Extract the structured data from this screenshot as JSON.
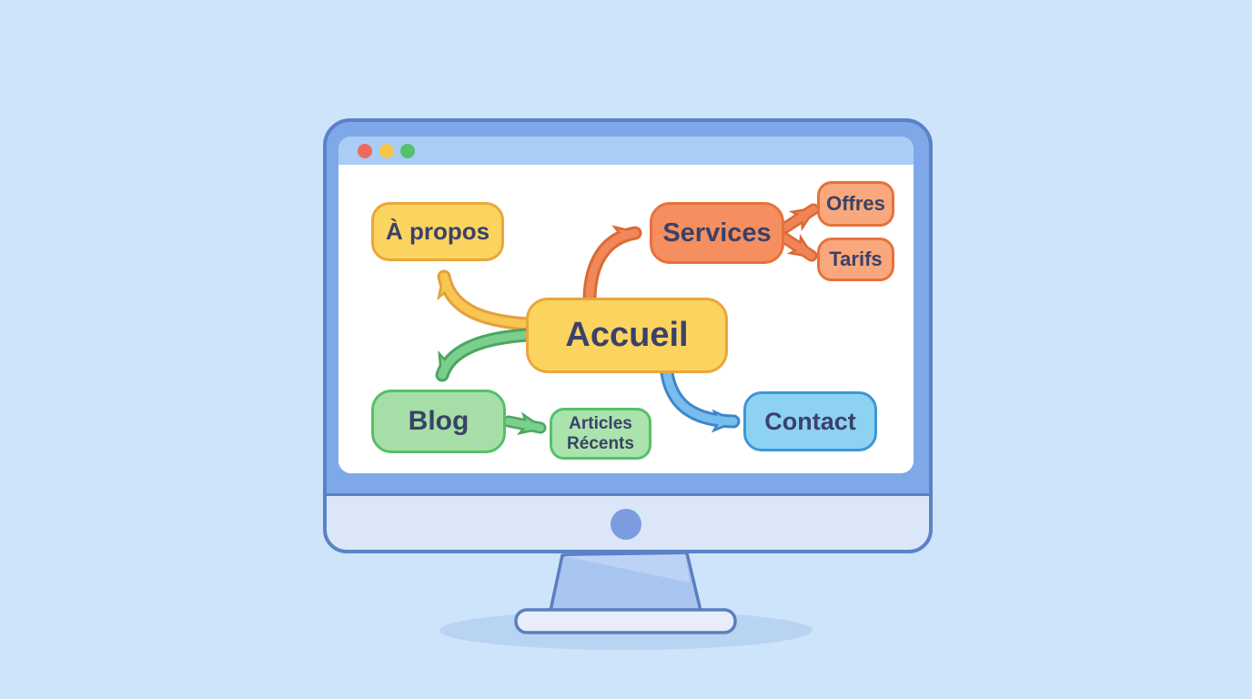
{
  "illustration": {
    "background_color": "#cde4fa",
    "monitor": {
      "bezel_color": "#7ea8e8",
      "outline_color": "#5b82c8",
      "titlebar_color": "#a9cdf4",
      "screen_color": "#ffffff",
      "chin_color": "#dbe7f8",
      "camera_dot_color": "#7d9ce0",
      "stand_fill": "#a9c6f1",
      "stand_highlight": "#bdd3f6",
      "stand_outline": "#5b7fc0",
      "base_fill": "#e7eef9",
      "shadow_color": "#b9d4f2",
      "traffic_lights": [
        {
          "name": "close",
          "color": "#ee6a5f"
        },
        {
          "name": "minimize",
          "color": "#f5c64f"
        },
        {
          "name": "maximize",
          "color": "#55c16b"
        }
      ]
    },
    "sitemap": {
      "text_color": "#3b4168",
      "nodes": [
        {
          "id": "accueil",
          "label": "Accueil",
          "fill": "#fbd45f",
          "border": "#eaa63e"
        },
        {
          "id": "a-propos",
          "label": "À propos",
          "fill": "#fbd45f",
          "border": "#eaa63e"
        },
        {
          "id": "services",
          "label": "Services",
          "fill": "#f58f60",
          "border": "#e8713c"
        },
        {
          "id": "offres",
          "label": "Offres",
          "fill": "#f8a87c",
          "border": "#e8713c"
        },
        {
          "id": "tarifs",
          "label": "Tarifs",
          "fill": "#f8a87c",
          "border": "#e8713c"
        },
        {
          "id": "blog",
          "label": "Blog",
          "fill": "#a5dfa7",
          "border": "#56bf6a"
        },
        {
          "id": "articles-recents",
          "label": "Articles Récents",
          "fill": "#abe3ad",
          "border": "#57c06c"
        },
        {
          "id": "contact",
          "label": "Contact",
          "fill": "#8dd2f3",
          "border": "#3e97d4"
        }
      ],
      "edges": [
        {
          "from": "accueil",
          "to": "a-propos",
          "inner": "#f8c653",
          "outline": "#e2a13c"
        },
        {
          "from": "accueil",
          "to": "services",
          "inner": "#f2875a",
          "outline": "#d96a35"
        },
        {
          "from": "accueil",
          "to": "blog",
          "inner": "#7bcf8c",
          "outline": "#4ca661"
        },
        {
          "from": "accueil",
          "to": "contact",
          "inner": "#79bdee",
          "outline": "#3d87c9"
        },
        {
          "from": "services",
          "to": "offres",
          "inner": "#ef8557",
          "outline": "#d96a35"
        },
        {
          "from": "services",
          "to": "tarifs",
          "inner": "#ef8557",
          "outline": "#d96a35"
        },
        {
          "from": "blog",
          "to": "articles-recents",
          "inner": "#7bcf8c",
          "outline": "#4ca661"
        }
      ]
    }
  }
}
